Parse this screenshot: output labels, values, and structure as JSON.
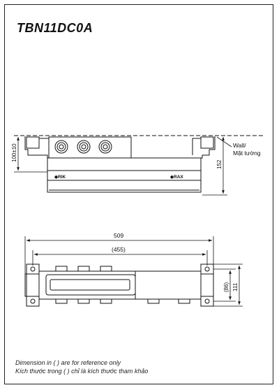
{
  "title": "TBN11DC0A",
  "dimensions": {
    "side_height_left": "100±10",
    "side_height_right": "152",
    "top_width_total": "509",
    "top_width_ref": "(455)",
    "top_depth_ref": "(86)",
    "top_depth_total": "111"
  },
  "labels": {
    "wall": "Wall/",
    "wall_vn": "Mặt tường",
    "arrow_left_mark": "◆RIK",
    "arrow_right_mark": "◆RAX"
  },
  "notes": {
    "line1": "Dimension in ( ) are for reference only",
    "line2": "Kích thước trong ( ) chỉ là kích thước tham khảo"
  }
}
